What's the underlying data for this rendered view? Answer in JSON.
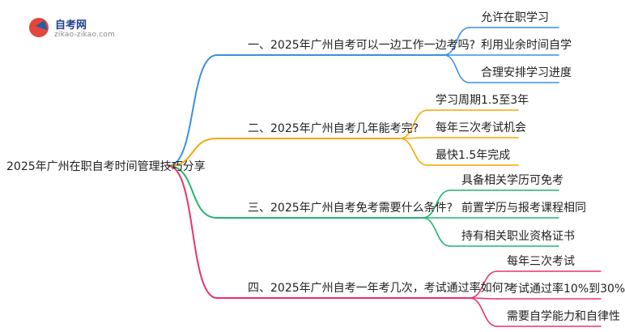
{
  "logo": {
    "title": "自考网",
    "subtitle": "zikao-zikao.com"
  },
  "root": "2025年广州在职自考时间管理技巧分享",
  "branches": [
    {
      "label": "一、2025年广州自考可以一边工作一边考吗?",
      "color": "#3b8fe3",
      "leaves": [
        "允许在职学习",
        "利用业余时间自学",
        "合理安排学习进度"
      ]
    },
    {
      "label": "二、2025年广州自考几年能考完?",
      "color": "#f2a900",
      "leaves": [
        "学习周期1.5至3年",
        "每年三次考试机会",
        "最快1.5年完成"
      ]
    },
    {
      "label": "三、2025年广州自考免考需要什么条件?",
      "color": "#22b573",
      "leaves": [
        "具备相关学历可免考",
        "前置学历与报考课程相同",
        "持有相关职业资格证书"
      ]
    },
    {
      "label": "四、2025年广州自考一年考几次，考试通过率如何?",
      "color": "#e8336e",
      "leaves": [
        "每年三次考试",
        "考试通过率10%到30%",
        "需要自学能力和自律性"
      ]
    }
  ]
}
